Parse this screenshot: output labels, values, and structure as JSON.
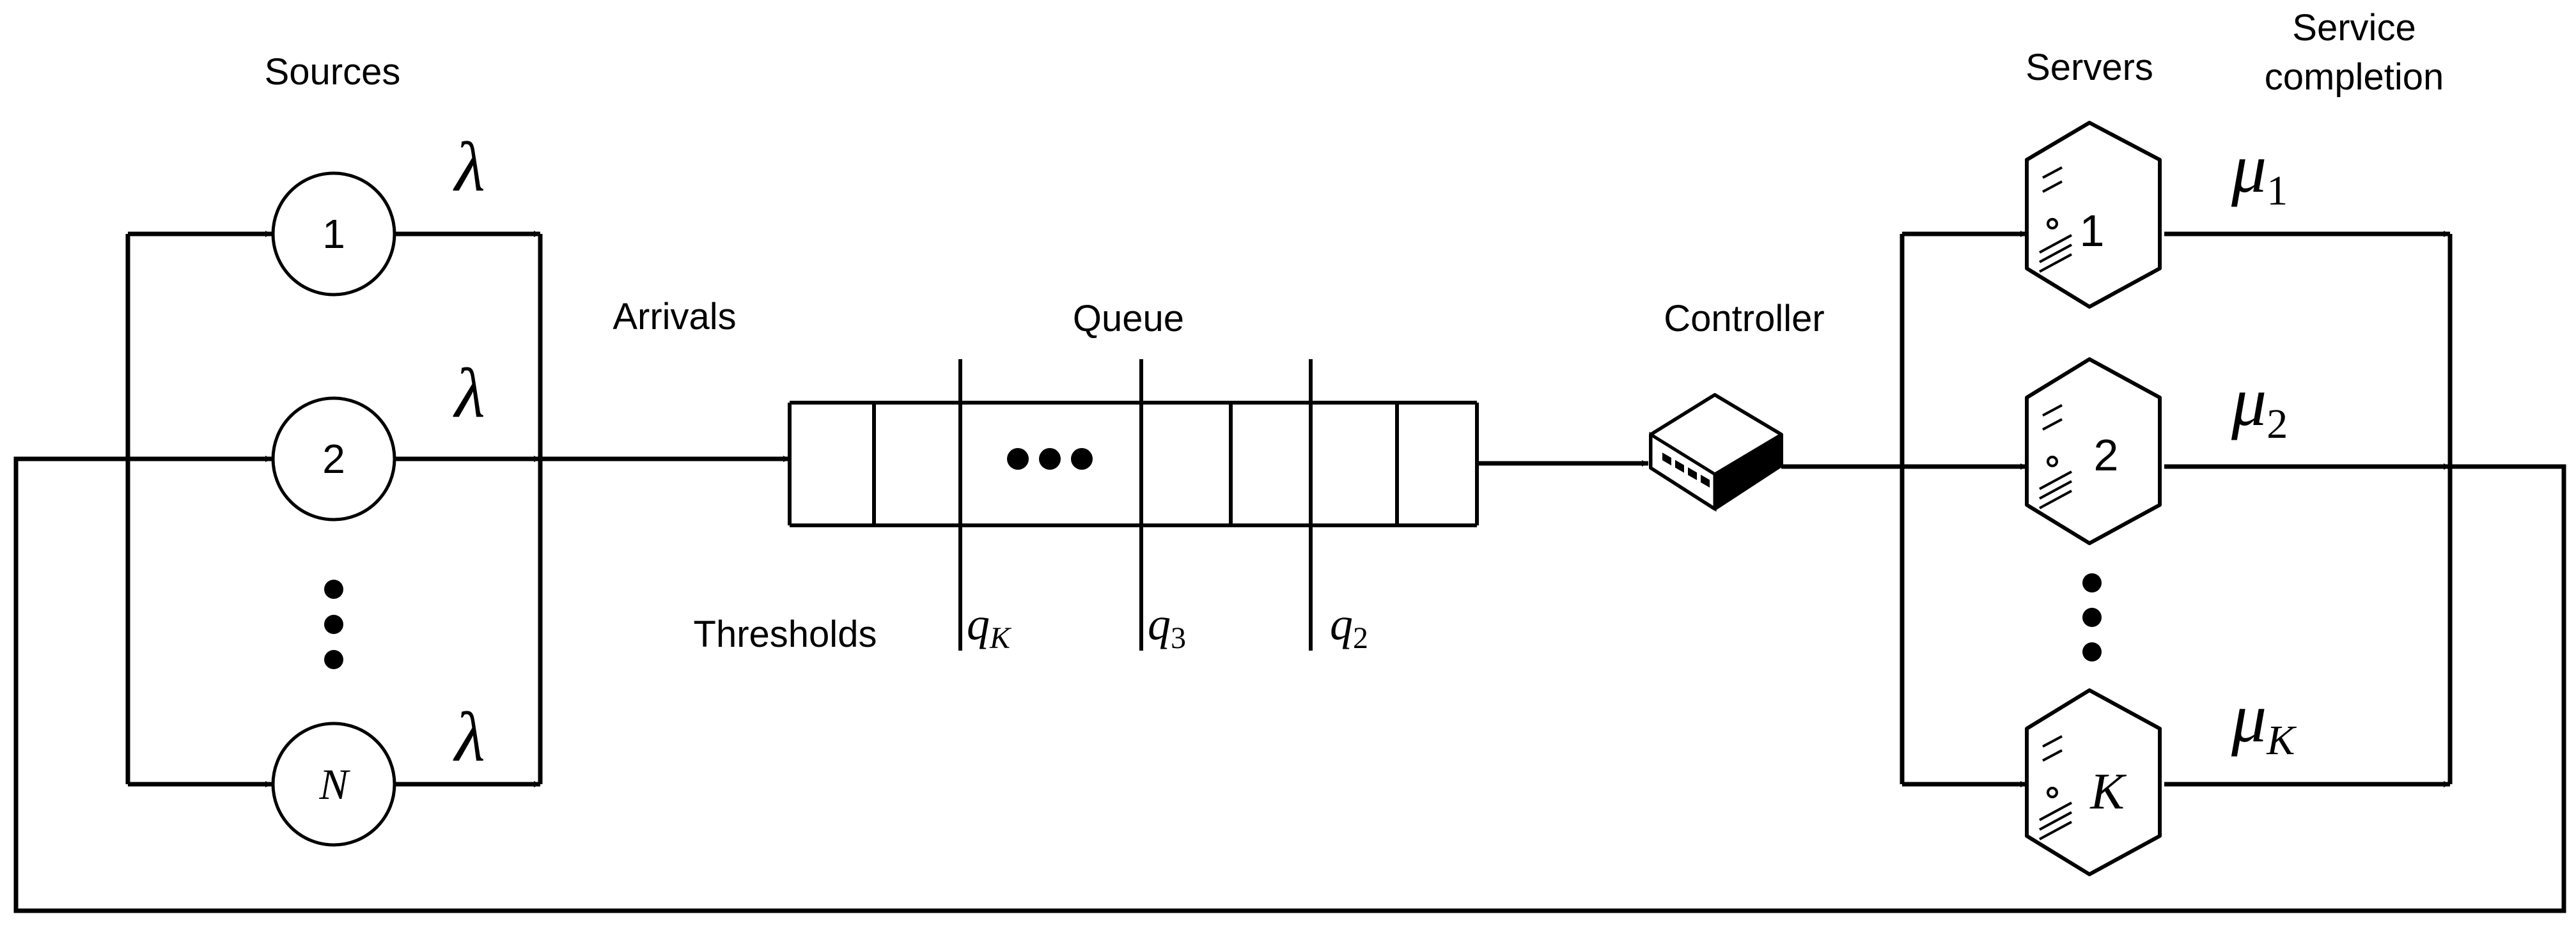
{
  "labels": {
    "sources": "Sources",
    "arrivals": "Arrivals",
    "queue": "Queue",
    "controller": "Controller",
    "servers": "Servers",
    "service_completion_line1": "Service",
    "service_completion_line2": "completion",
    "thresholds": "Thresholds"
  },
  "sources": {
    "nodes": [
      "1",
      "2",
      "N"
    ],
    "rate_symbol": "λ"
  },
  "thresholds": [
    {
      "base": "q",
      "sub": "K"
    },
    {
      "base": "q",
      "sub": "3"
    },
    {
      "base": "q",
      "sub": "2"
    }
  ],
  "servers": {
    "nodes": [
      "1",
      "2",
      "K"
    ],
    "rates": [
      {
        "base": "μ",
        "sub": "1"
      },
      {
        "base": "μ",
        "sub": "2"
      },
      {
        "base": "μ",
        "sub": "K"
      }
    ]
  }
}
